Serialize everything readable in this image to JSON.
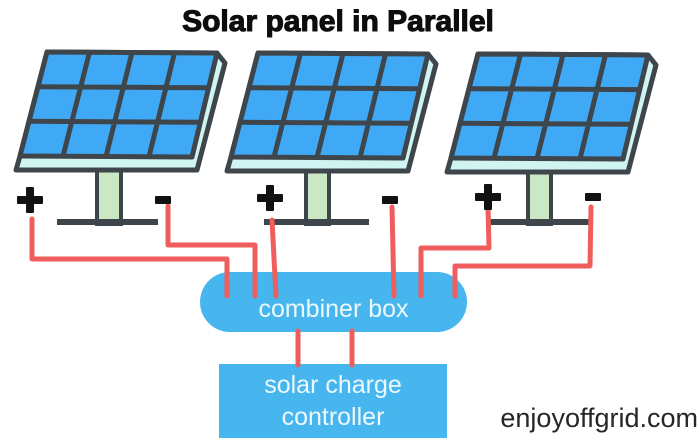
{
  "title": "Solar panel in Parallel",
  "watermark": "enjoyoffgrid.com",
  "diagram": {
    "type": "solar-parallel-wiring-diagram",
    "panels": [
      {
        "id": "panel-1",
        "terminals": [
          {
            "polarity": "+"
          },
          {
            "polarity": "-"
          }
        ]
      },
      {
        "id": "panel-2",
        "terminals": [
          {
            "polarity": "+"
          },
          {
            "polarity": "-"
          }
        ]
      },
      {
        "id": "panel-3",
        "terminals": [
          {
            "polarity": "+"
          },
          {
            "polarity": "-"
          }
        ]
      }
    ],
    "nodes": [
      {
        "id": "combiner-box",
        "label": "combiner box"
      },
      {
        "id": "charge-controller",
        "label": "solar charge controller"
      }
    ],
    "connections": [
      {
        "from": "panel-1 (+)",
        "to": "combiner box"
      },
      {
        "from": "panel-1 (-)",
        "to": "combiner box"
      },
      {
        "from": "panel-2 (+)",
        "to": "combiner box"
      },
      {
        "from": "panel-2 (-)",
        "to": "combiner box"
      },
      {
        "from": "panel-3 (+)",
        "to": "combiner box"
      },
      {
        "from": "panel-3 (-)",
        "to": "combiner box"
      },
      {
        "from": "combiner box",
        "to": "solar charge controller",
        "wires": 2
      }
    ],
    "colors": {
      "panel_cell": "#3FA9F5",
      "panel_edge_highlight": "#D0F4F1",
      "outline": "#3F464B",
      "stand": "#C9E8C3",
      "wire": "#EF5E5C",
      "box_fill": "#47B6EF",
      "box_text": "#EDF8FD",
      "text": "#0D0D0D"
    }
  }
}
